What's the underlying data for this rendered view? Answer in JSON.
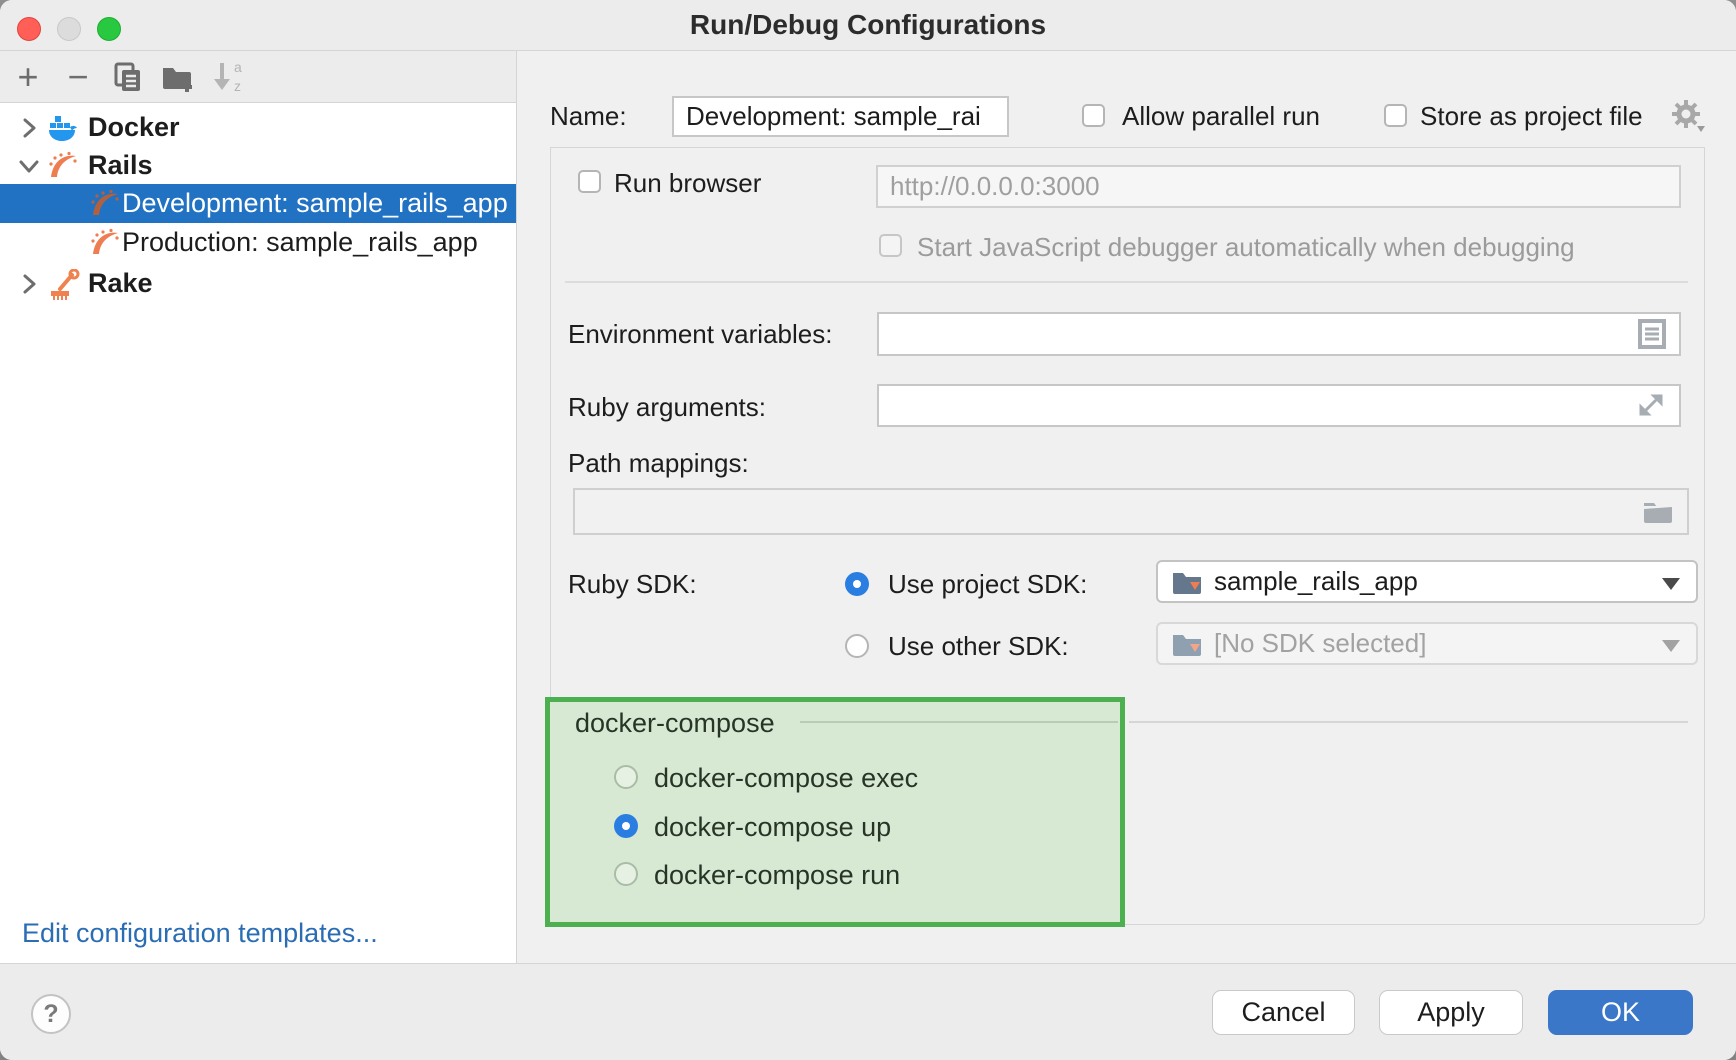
{
  "window": {
    "title": "Run/Debug Configurations"
  },
  "toolbar": {
    "add": "+",
    "remove": "−",
    "icons": [
      "add-icon",
      "remove-icon",
      "copy-icon",
      "new-folder-icon",
      "sort-alpha-icon"
    ]
  },
  "tree": {
    "items": [
      {
        "label": "Docker",
        "type": "group",
        "icon": "docker-icon"
      },
      {
        "label": "Rails",
        "type": "group",
        "icon": "rails-icon"
      },
      {
        "label": "Development: sample_rails_app",
        "type": "config",
        "icon": "rails-icon",
        "selected": true
      },
      {
        "label": "Production: sample_rails_app",
        "type": "config",
        "icon": "rails-icon"
      },
      {
        "label": "Rake",
        "type": "group",
        "icon": "rake-icon"
      }
    ],
    "edit_link": "Edit configuration templates..."
  },
  "header": {
    "name_label": "Name:",
    "name_value": "Development: sample_rai",
    "allow_parallel_label": "Allow parallel run",
    "store_as_label": "Store as project file"
  },
  "form": {
    "run_browser_label": "Run browser",
    "url_value": "http://0.0.0.0:3000",
    "js_debugger_label": "Start JavaScript debugger automatically when debugging",
    "env_label": "Environment variables:",
    "ruby_args_label": "Ruby arguments:",
    "path_label": "Path mappings:",
    "sdk_label": "Ruby SDK:",
    "use_project_label": "Use project SDK:",
    "project_sdk_value": "sample_rails_app",
    "use_other_label": "Use other SDK:",
    "other_sdk_value": "[No SDK selected]",
    "compose": {
      "title": "docker-compose",
      "options": [
        "docker-compose exec",
        "docker-compose up",
        "docker-compose run"
      ],
      "selected_index": 1
    }
  },
  "footer": {
    "help": "?",
    "cancel": "Cancel",
    "apply": "Apply",
    "ok": "OK"
  },
  "colors": {
    "selection_blue": "#2272c4",
    "ok_blue": "#3b77c9",
    "radio_blue": "#2a7de1",
    "annotation_green": "#4cb050",
    "annotation_fill": "#d8e9d3",
    "rails_orange": "#ef7d52",
    "docker_blue": "#2396ed",
    "link_blue": "#2a6db5"
  }
}
